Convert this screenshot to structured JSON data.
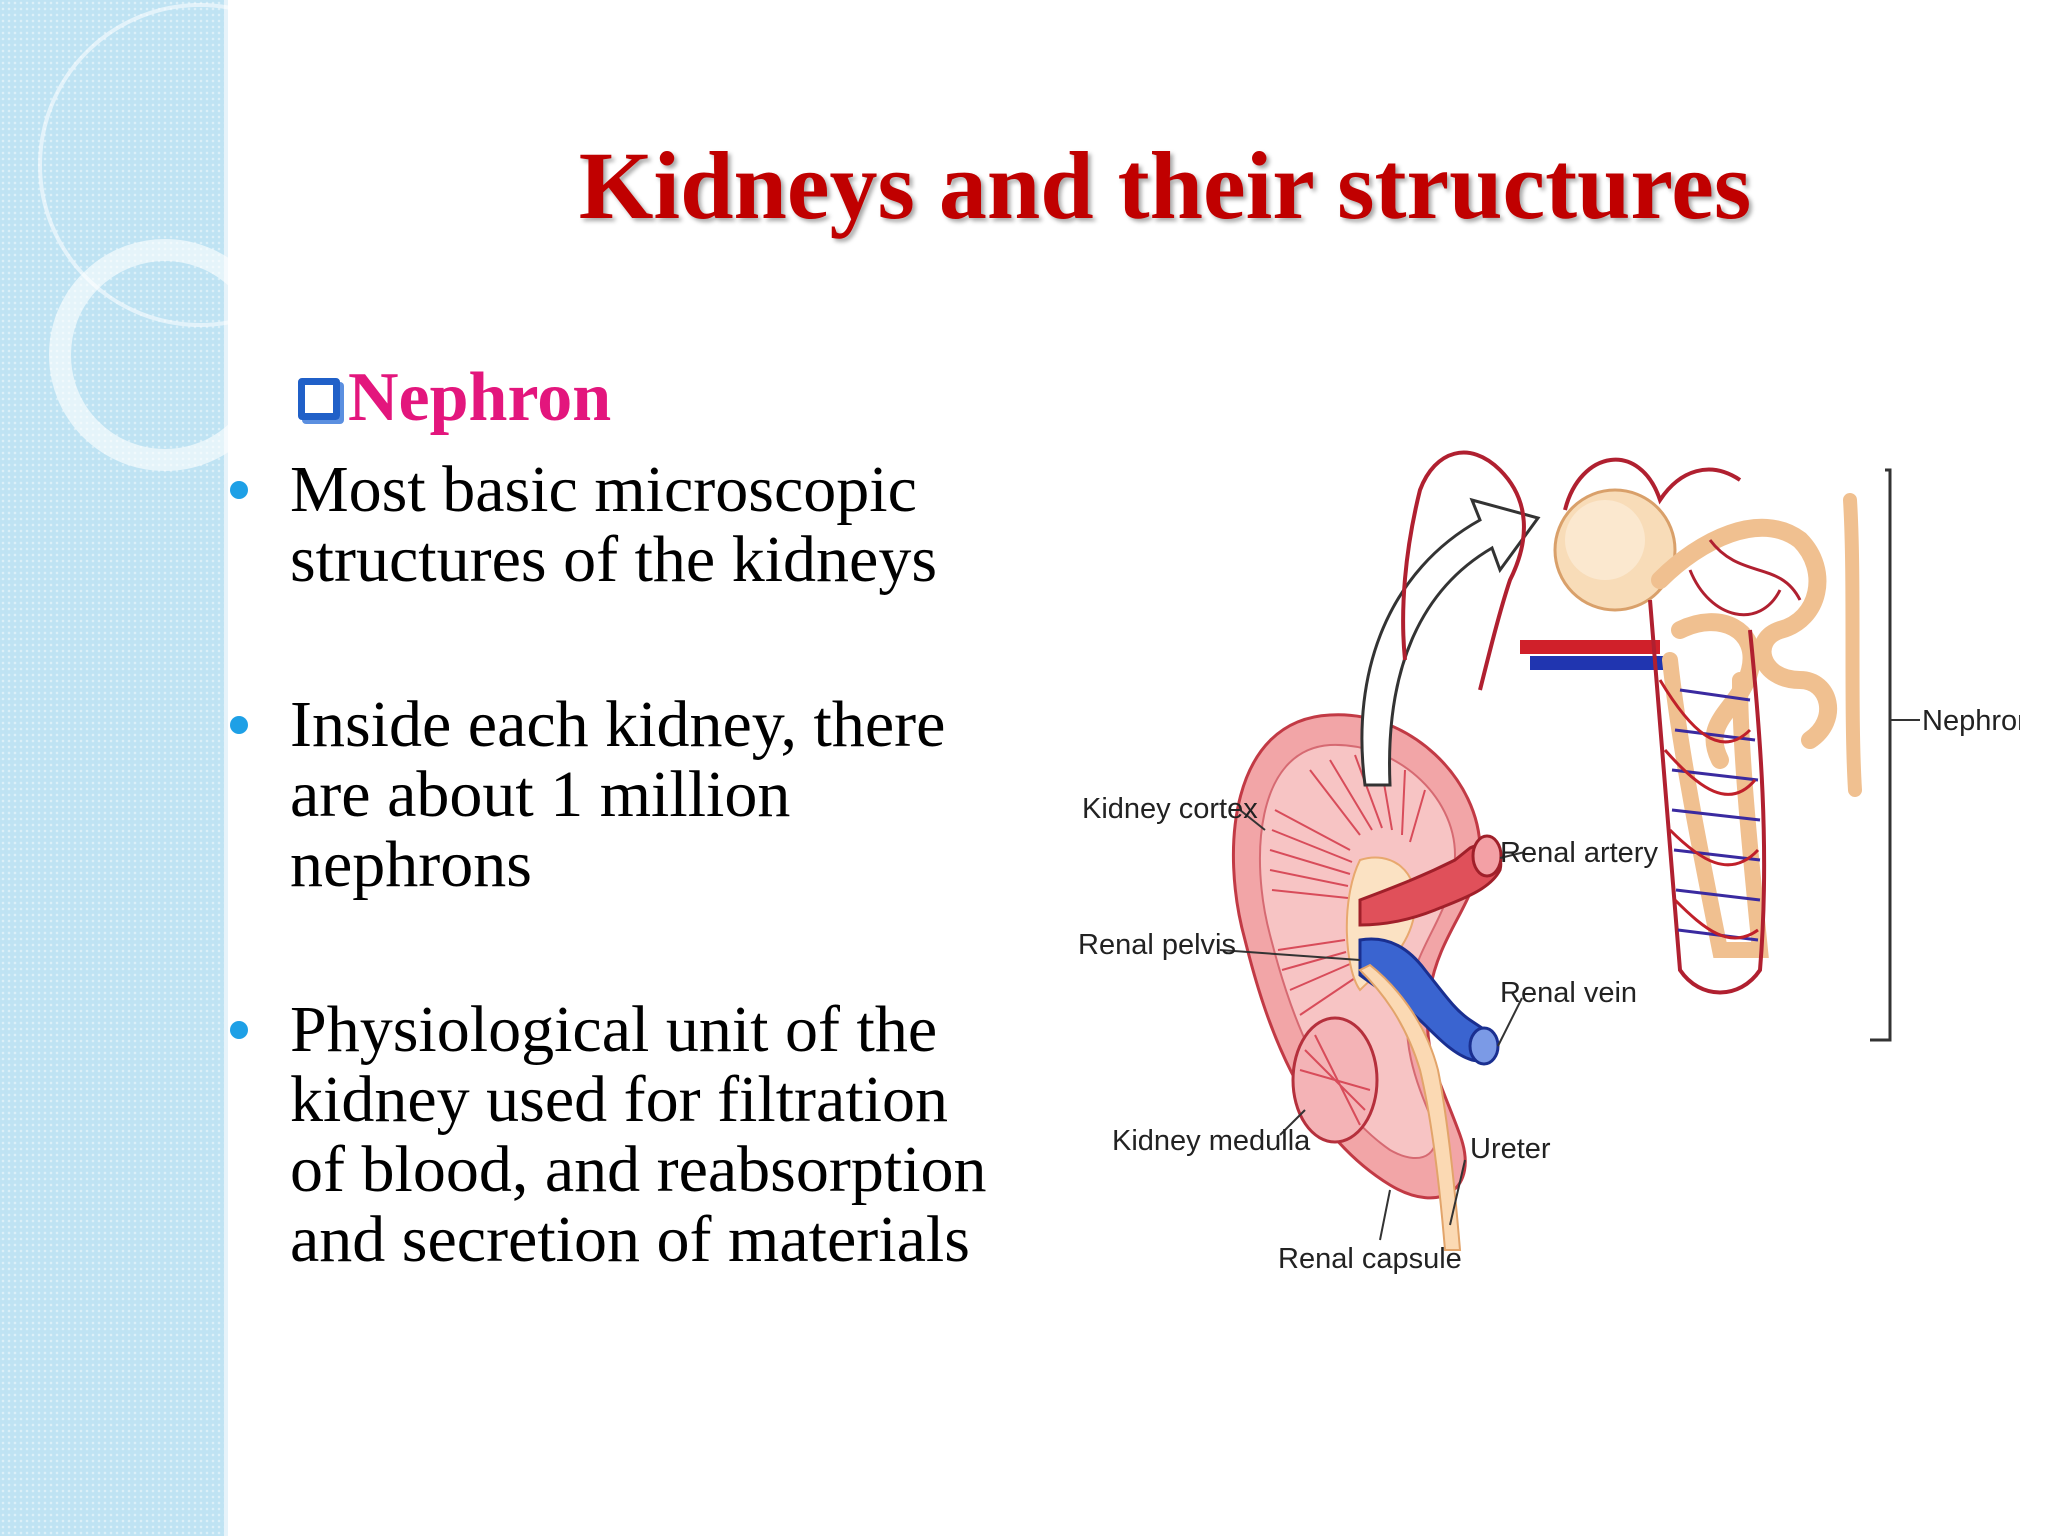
{
  "slide": {
    "title": "Kidneys and their structures",
    "heading": "Nephron",
    "bullets": [
      [
        "Most basic microscopic",
        "structures of the kidneys"
      ],
      [
        "Inside each kidney, there",
        "are about 1 million",
        "nephrons"
      ],
      [
        "Physiological unit of the",
        "kidney used for filtration",
        "of blood, and reabsorption",
        "and secretion of materials"
      ]
    ]
  },
  "diagram": {
    "labels": {
      "kidney_cortex": "Kidney cortex",
      "renal_pelvis": "Renal pelvis",
      "kidney_medulla": "Kidney medulla",
      "renal_capsule": "Renal capsule",
      "renal_artery": "Renal artery",
      "renal_vein": "Renal vein",
      "ureter": "Ureter",
      "nephron": "Nephron"
    }
  },
  "colors": {
    "title": "#c00000",
    "heading": "#e3167d",
    "bullet": "#1ea0e6",
    "artery": "#c0202a",
    "vein": "#2035b0",
    "tubule": "#f3c9a0"
  }
}
